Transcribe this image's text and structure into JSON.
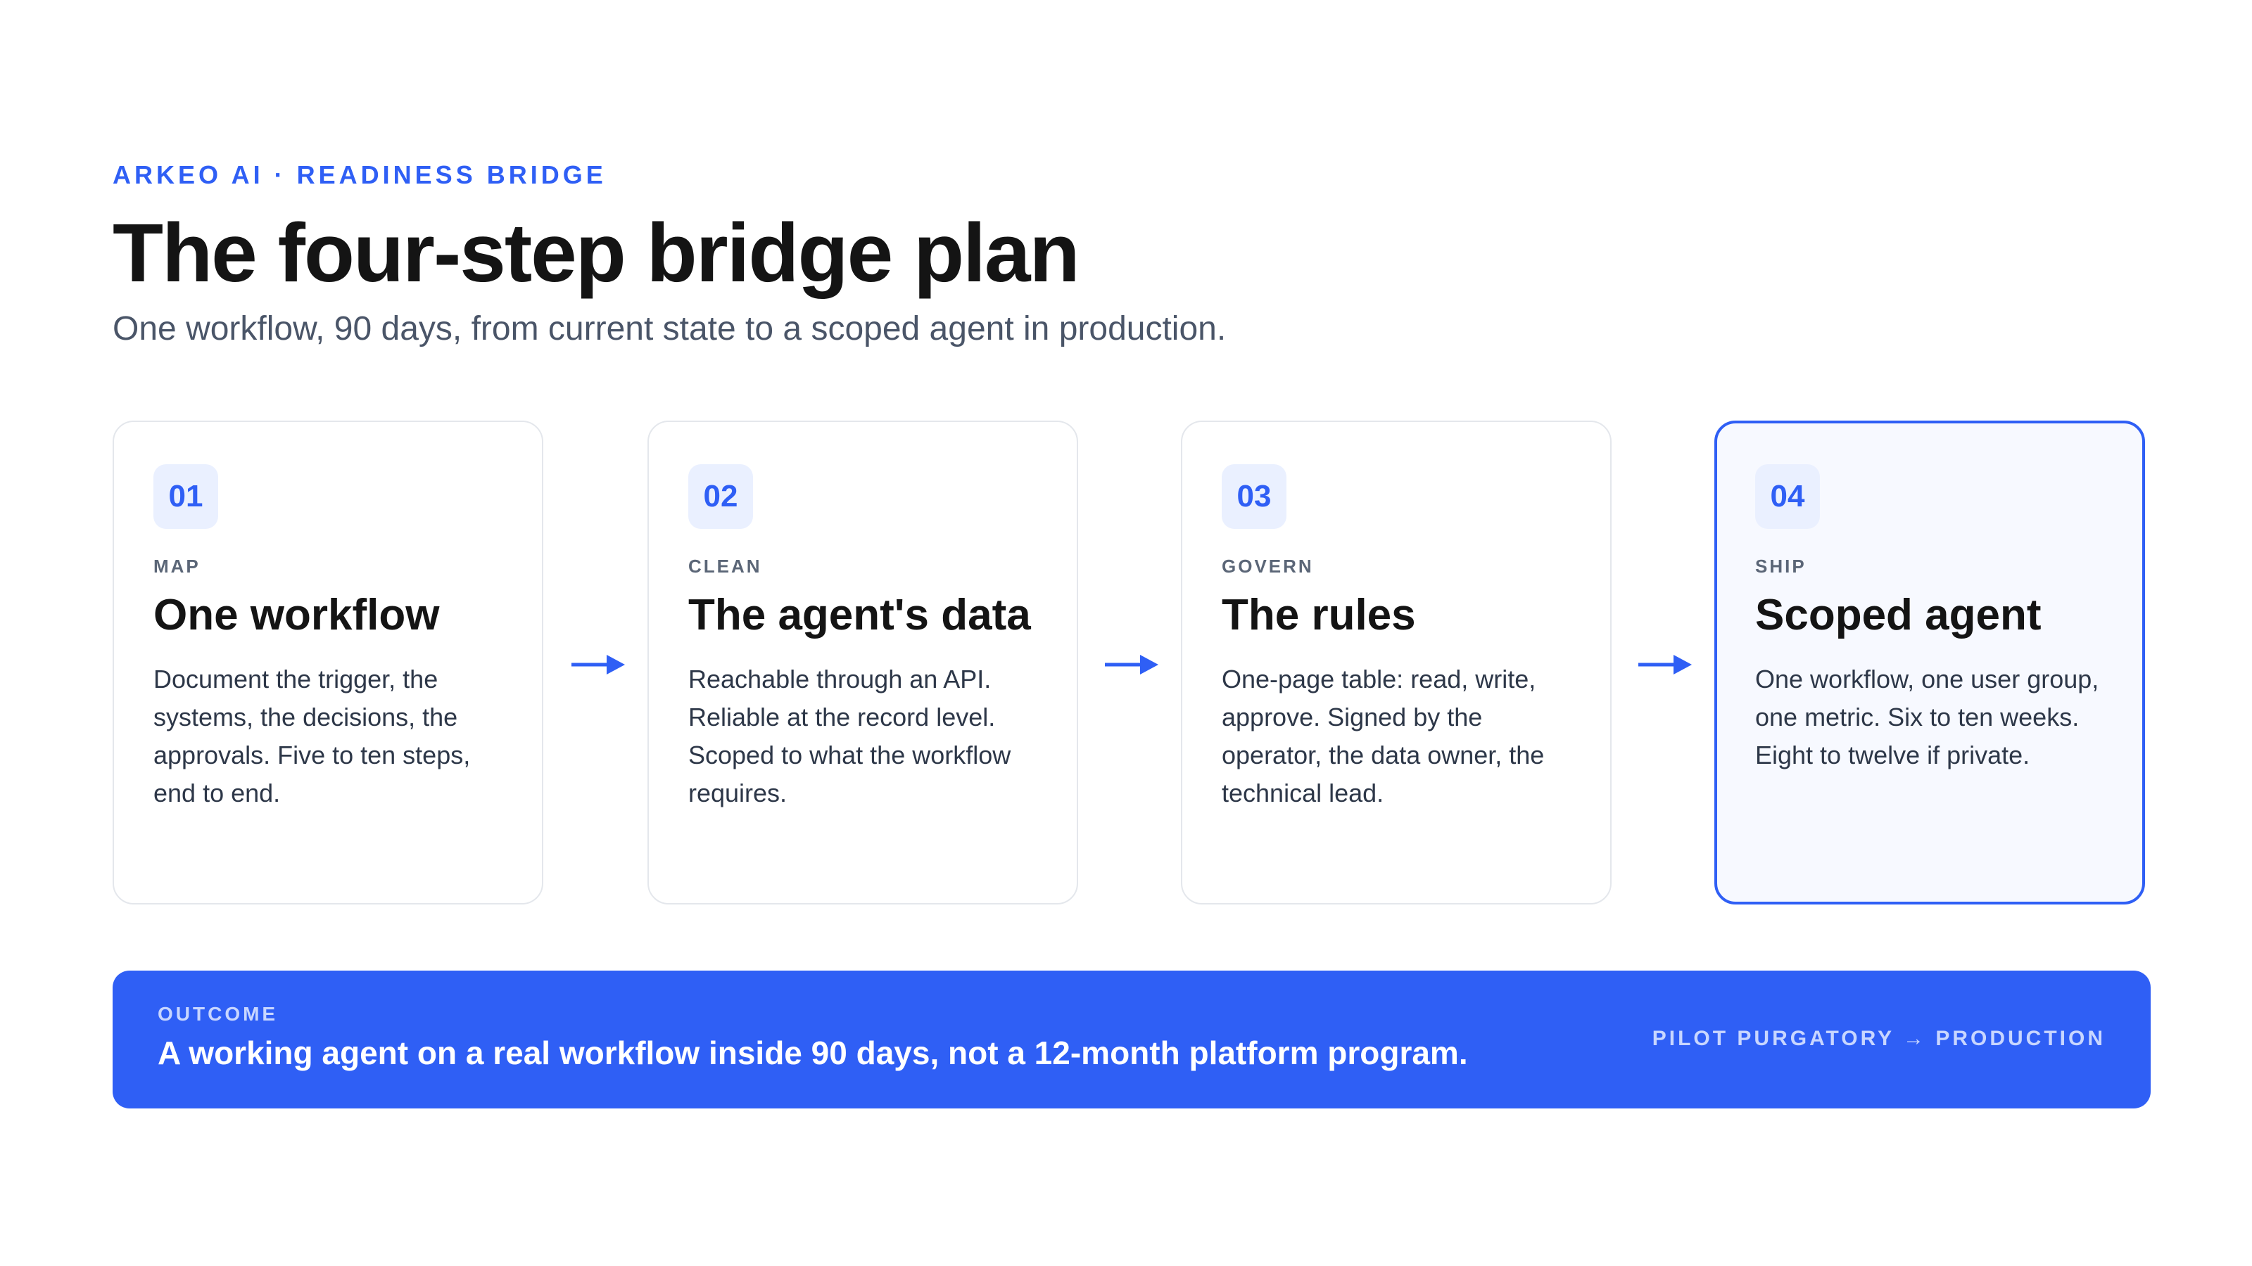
{
  "header": {
    "eyebrow": "ARKEO AI · READINESS BRIDGE",
    "title": "The four-step bridge plan",
    "subtitle": "One workflow, 90 days, from current state to a scoped agent in production."
  },
  "steps": [
    {
      "number": "01",
      "label": "MAP",
      "title": "One workflow",
      "description": "Document the trigger, the systems, the decisions, the approvals. Five to ten steps, end to end."
    },
    {
      "number": "02",
      "label": "CLEAN",
      "title": "The agent's data",
      "description": "Reachable through an API. Reliable at the record level. Scoped to what the workflow requires."
    },
    {
      "number": "03",
      "label": "GOVERN",
      "title": "The rules",
      "description": "One-page table: read, write, approve. Signed by the operator, the data owner, the technical lead."
    },
    {
      "number": "04",
      "label": "SHIP",
      "title": "Scoped agent",
      "description": "One workflow, one user group, one metric. Six to ten weeks. Eight to twelve if private."
    }
  ],
  "outcome": {
    "label": "OUTCOME",
    "text": "A working agent on a real workflow inside 90 days, not a 12-month platform program.",
    "tag": "PILOT PURGATORY → PRODUCTION"
  },
  "colors": {
    "accent": "#2f5ff5",
    "badge_bg": "#eaf0ff",
    "highlight_bg": "#f7f9ff",
    "card_border": "#e4e7ec"
  },
  "icons": {
    "connector": "arrow-right-icon"
  }
}
